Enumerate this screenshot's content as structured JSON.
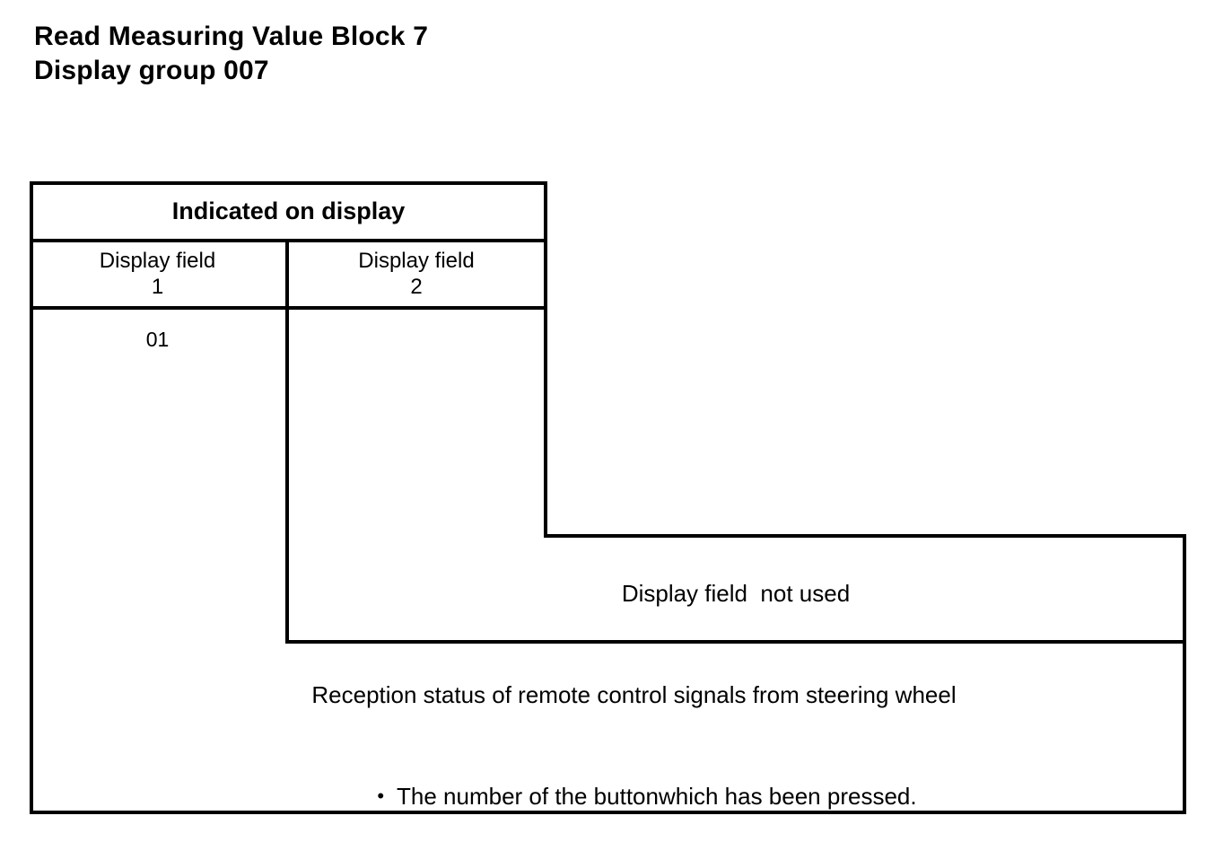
{
  "document": {
    "title_lines": [
      "Read Measuring Value Block 7",
      "Display group 007"
    ],
    "title_line_1": "Read Measuring Value Block 7",
    "title_line_2": "Display group 007"
  },
  "table": {
    "merged_header": "Indicated on display",
    "columns": [
      {
        "label_line_1": "Display field",
        "label_line_2": "1"
      },
      {
        "label_line_1": "Display field",
        "label_line_2": "2"
      }
    ],
    "column_1_header_line_1": "Display field",
    "column_1_header_line_2": "1",
    "column_2_header_line_1": "Display field",
    "column_2_header_line_2": "2",
    "rows": [
      {
        "display_field_1": "01",
        "display_field_2": ""
      }
    ],
    "value_display_field_1": "01",
    "value_display_field_2": "",
    "not_used_note": "Display field  not used",
    "description": "Reception status of remote control signals from steering wheel",
    "bullets": [
      "The number of the buttonwhich has been pressed."
    ],
    "bullet_1": "The number of the buttonwhich has been pressed.",
    "bullet_marker": "•"
  },
  "style": {
    "ink_color": "#000000",
    "paper_color": "#ffffff"
  }
}
